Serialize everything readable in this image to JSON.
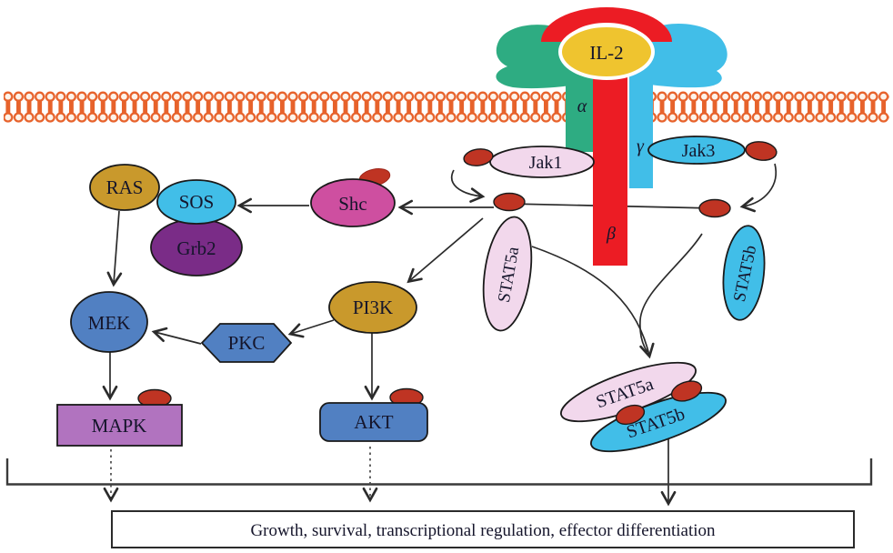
{
  "receptor": {
    "ligand_label": "IL-2",
    "alpha_label": "α",
    "beta_label": "β",
    "gamma_label": "γ"
  },
  "kinases": {
    "jak1_label": "Jak1",
    "jak3_label": "Jak3"
  },
  "cascade": {
    "ras": "RAS",
    "sos": "SOS",
    "grb2": "Grb2",
    "shc": "Shc",
    "mek": "MEK",
    "pkc": "PKC",
    "pi3k": "PI3K",
    "mapk": "MAPK",
    "akt": "AKT"
  },
  "stats": {
    "stat5a_free": "STAT5a",
    "stat5b_free": "STAT5b",
    "stat5a_dimer": "STAT5a",
    "stat5b_dimer": "STAT5b"
  },
  "output_box": {
    "text": "Growth, survival, transcriptional regulation, effector differentiation"
  },
  "colors": {
    "membrane_orange": "#E7622B",
    "receptor_red": "#EC1C24",
    "alpha_green": "#2EAC82",
    "gamma_blue": "#41BEE8",
    "il2_yellow": "#EFC42F",
    "pale_pink": "#F2D8EC",
    "shc_magenta": "#CE4FA0",
    "grb2_purple": "#7A2C87",
    "gold": "#C9992C",
    "steel_blue": "#5180C2",
    "mapk_orchid": "#B173BF",
    "phospho_red": "#BF3423",
    "line": "#2B2B2B"
  }
}
